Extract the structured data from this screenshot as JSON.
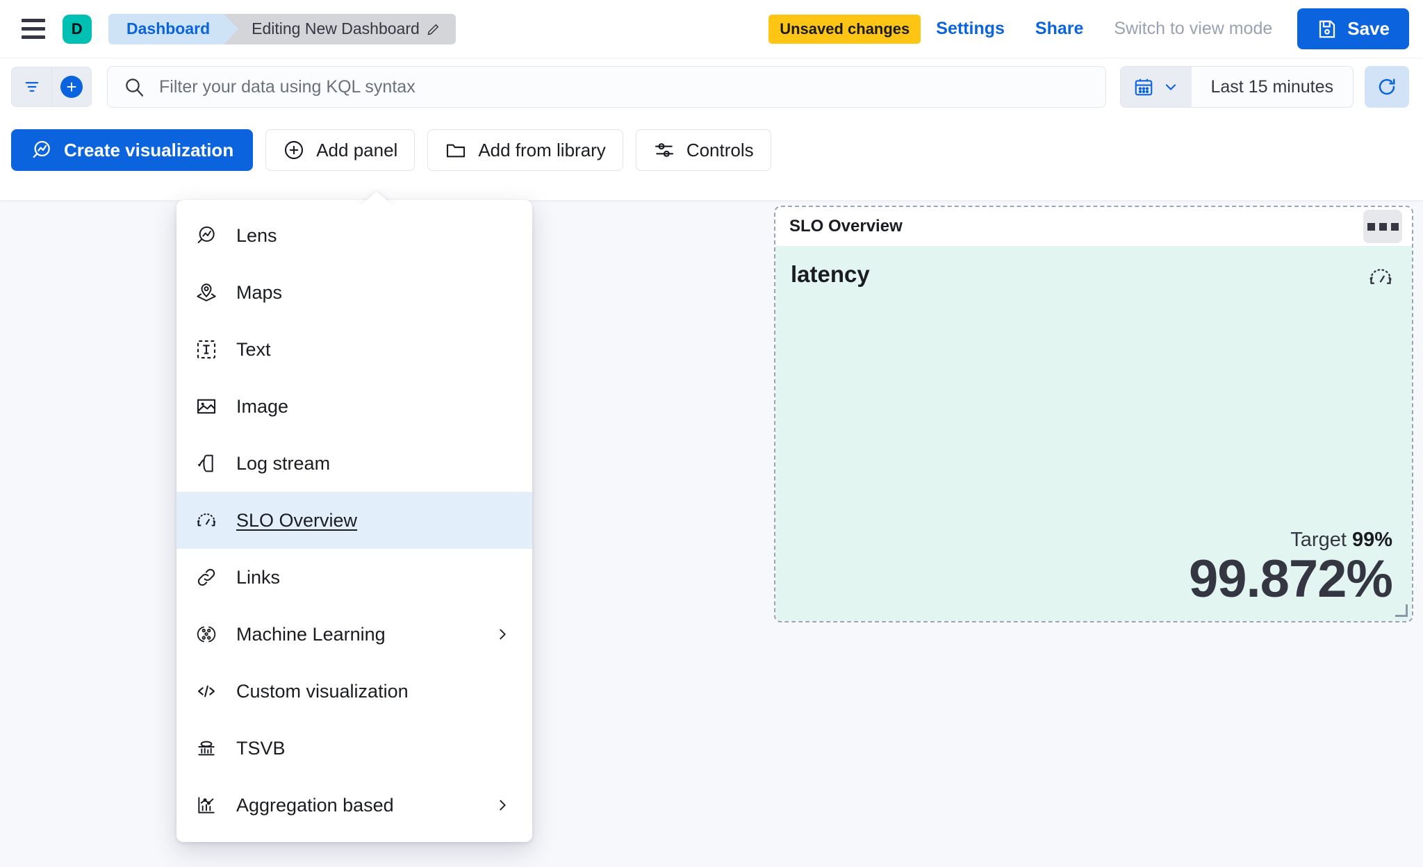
{
  "header": {
    "menu_icon": "hamburger-icon",
    "avatar_letter": "D",
    "breadcrumb_root": "Dashboard",
    "breadcrumb_current": "Editing New Dashboard",
    "edit_icon": "pencil-icon",
    "unsaved_badge": "Unsaved changes",
    "settings_link": "Settings",
    "share_link": "Share",
    "view_mode_link": "Switch to view mode",
    "save_label": "Save",
    "save_icon": "save-disk-icon",
    "accent_blue": "#0b64dd",
    "warning_yellow": "#fec514",
    "avatar_teal": "#00bfb3"
  },
  "query_bar": {
    "filter_icon": "filter-icon",
    "add_filter_icon": "plus-icon",
    "search_icon": "search-icon",
    "search_value": "",
    "search_placeholder": "Filter your data using KQL syntax",
    "calendar_icon": "calendar-icon",
    "chevron_icon": "chevron-down-icon",
    "time_range": "Last 15 minutes",
    "refresh_icon": "refresh-icon"
  },
  "toolbar": {
    "create_visualization": "Create visualization",
    "create_visualization_icon": "lens-icon",
    "add_panel": "Add panel",
    "add_panel_icon": "plus-circle-icon",
    "add_from_library": "Add from library",
    "add_from_library_icon": "folder-icon",
    "controls": "Controls",
    "controls_icon": "sliders-icon"
  },
  "add_panel_menu": {
    "items": [
      {
        "label": "Lens",
        "icon": "lens-icon",
        "has_submenu": false,
        "selected": false
      },
      {
        "label": "Maps",
        "icon": "map-pin-icon",
        "has_submenu": false,
        "selected": false
      },
      {
        "label": "Text",
        "icon": "text-box-icon",
        "has_submenu": false,
        "selected": false
      },
      {
        "label": "Image",
        "icon": "image-icon",
        "has_submenu": false,
        "selected": false
      },
      {
        "label": "Log stream",
        "icon": "log-stream-icon",
        "has_submenu": false,
        "selected": false
      },
      {
        "label": "SLO Overview",
        "icon": "gauge-icon",
        "has_submenu": false,
        "selected": true
      },
      {
        "label": "Links",
        "icon": "link-icon",
        "has_submenu": false,
        "selected": false
      },
      {
        "label": "Machine Learning",
        "icon": "ml-icon",
        "has_submenu": true,
        "selected": false
      },
      {
        "label": "Custom visualization",
        "icon": "code-icon",
        "has_submenu": false,
        "selected": false
      },
      {
        "label": "TSVB",
        "icon": "tsvb-icon",
        "has_submenu": false,
        "selected": false
      },
      {
        "label": "Aggregation based",
        "icon": "agg-chart-icon",
        "has_submenu": true,
        "selected": false
      }
    ]
  },
  "slo_panel": {
    "title": "SLO Overview",
    "context_menu_icon": "ellipsis-icon",
    "slo_name": "latency",
    "status_icon": "gauge-icon",
    "target_label": "Target",
    "target_value": "99%",
    "sli_value": "99.872%",
    "body_color": "#e3f5f1",
    "resize_handle": "resize-handle-icon"
  }
}
